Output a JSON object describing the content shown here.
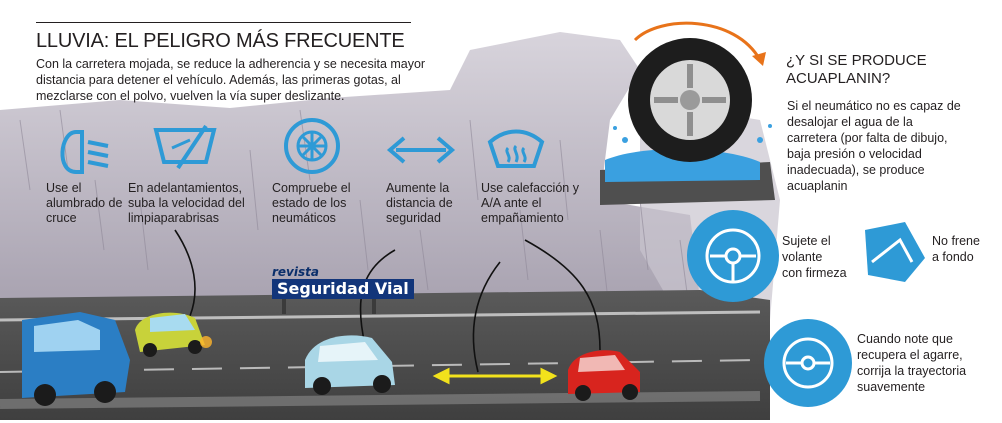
{
  "heading": {
    "title": "LLUVIA: EL PELIGRO MÁS FRECUENTE",
    "intro": "Con la carretera mojada, se reduce la adherencia y se necesita mayor distancia para detener el vehículo. Además, las primeras gotas, al mezclarse con el polvo, vuelven la vía super deslizante."
  },
  "tips": [
    {
      "icon": "headlight-icon",
      "label": "Use el\nalumbrado de cruce"
    },
    {
      "icon": "wiper-icon",
      "label": "En adelantamientos,\nsuba la velocidad del\nlimpiaparabrisas"
    },
    {
      "icon": "tire-icon",
      "label": "Compruebe el\nestado de los\nneumáticos"
    },
    {
      "icon": "distance-arrows-icon",
      "label": "Aumente la\ndistancia de\nseguridad"
    },
    {
      "icon": "defrost-icon",
      "label": "Use calefacción y\nA/A ante el\nempañamiento"
    }
  ],
  "aquaplaning": {
    "question": "¿Y SI SE PRODUCE\nACUAPLANIN?",
    "explanation": "Si el neumático no es capaz de\ndesalojar el agua de la\ncarretera (por falta de dibujo,\nbaja presión o velocidad\ninadecuada), se produce\nacuaplanin"
  },
  "actions": [
    {
      "icon": "steering-wheel-icon",
      "label": "Sujete el\nvolante\ncon firmeza"
    },
    {
      "icon": "brake-pedal-icon",
      "label": "No frene\na fondo"
    },
    {
      "icon": "steering-correct-icon",
      "label": "Cuando note que\nrecupera el agarre,\ncorrija la trayectoria\nsuavemente"
    }
  ],
  "logo": {
    "line1": "revista",
    "line2": "Seguridad Vial"
  },
  "colors": {
    "accent": "#2e9ad6",
    "fog": "#bdb7c4",
    "road": "#4f4f4f",
    "water": "#3aa0e0",
    "marking": "#f2e21c",
    "arrow_orange": "#e8731a"
  }
}
